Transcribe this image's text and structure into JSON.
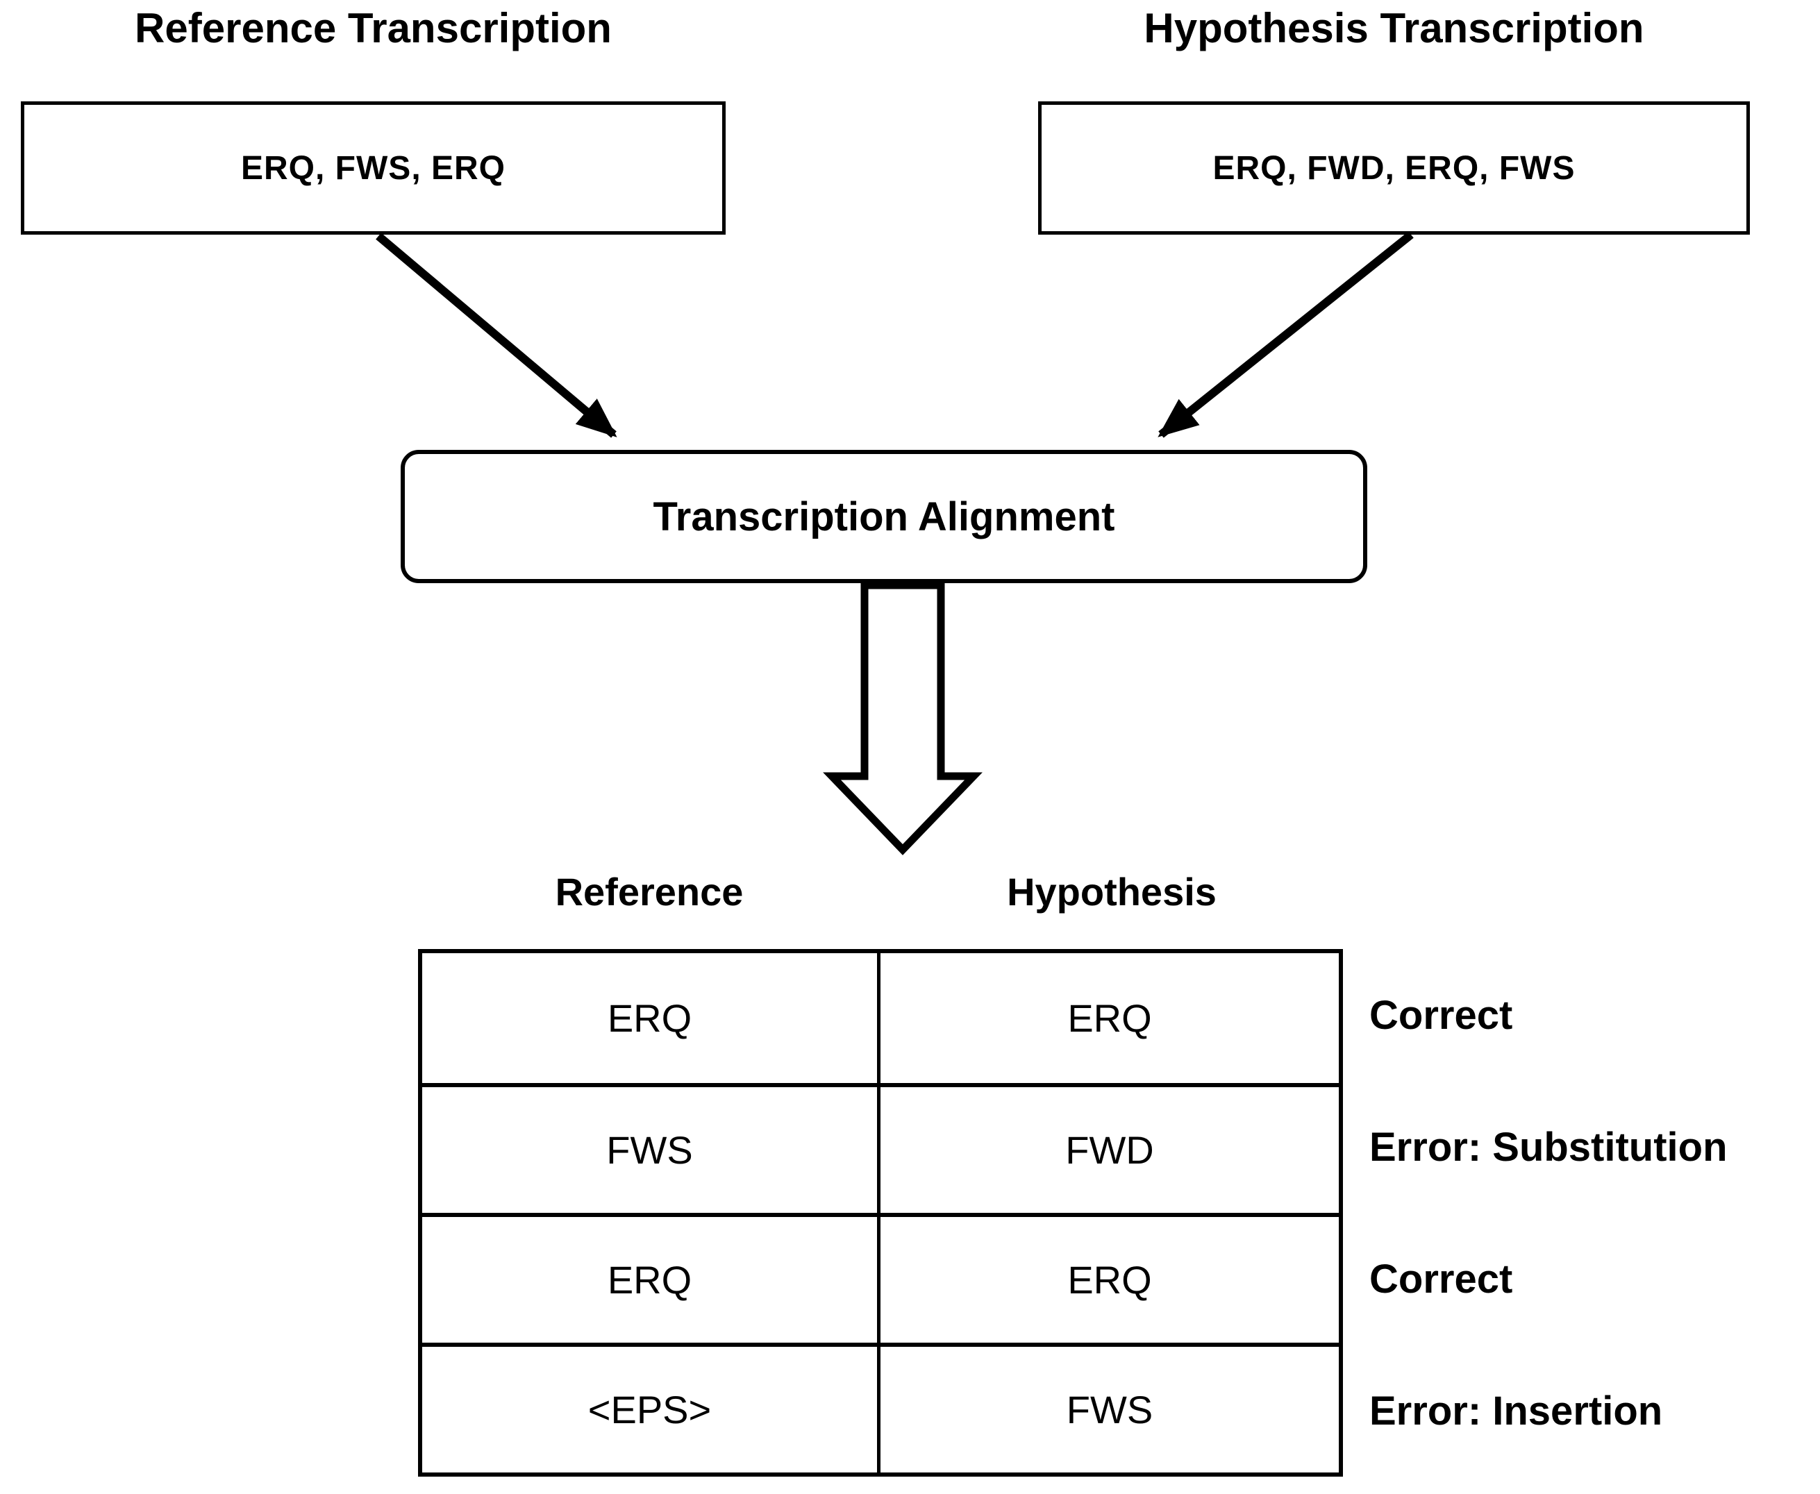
{
  "reference": {
    "title": "Reference Transcription",
    "content": "ERQ, FWS, ERQ"
  },
  "hypothesis": {
    "title": "Hypothesis Transcription",
    "content": "ERQ, FWD, ERQ, FWS"
  },
  "alignment": {
    "label": "Transcription Alignment"
  },
  "table": {
    "headers": [
      "Reference",
      "Hypothesis"
    ],
    "rows": [
      {
        "reference": "ERQ",
        "hypothesis": "ERQ",
        "result": "Correct"
      },
      {
        "reference": "FWS",
        "hypothesis": "FWD",
        "result": "Error: Substitution"
      },
      {
        "reference": "ERQ",
        "hypothesis": "ERQ",
        "result": "Correct"
      },
      {
        "reference": "<EPS>",
        "hypothesis": "FWS",
        "result": "Error: Insertion"
      }
    ]
  },
  "icons": {
    "left_arrow": "arrow-down-right",
    "right_arrow": "arrow-down-left",
    "block_arrow": "arrow-down-block"
  },
  "colors": {
    "foreground": "#000000",
    "background": "#ffffff"
  }
}
